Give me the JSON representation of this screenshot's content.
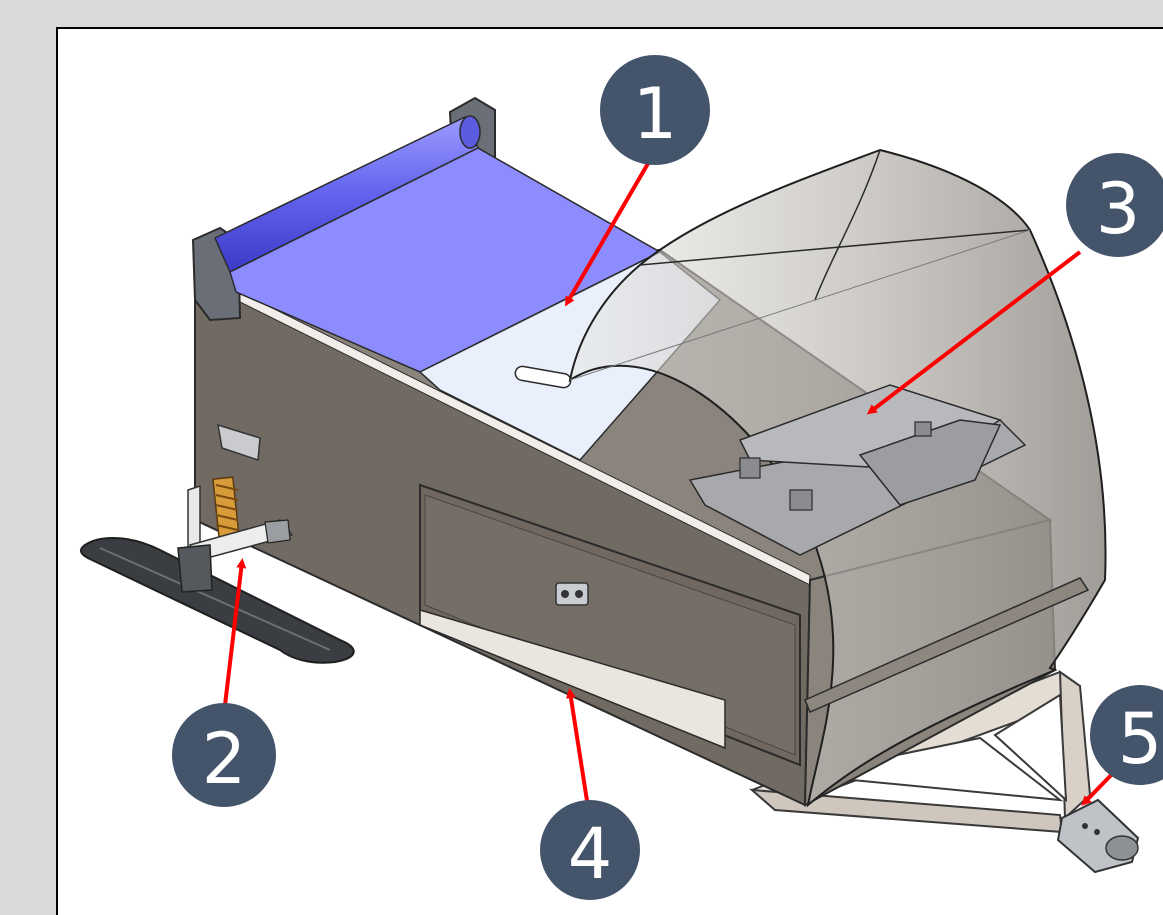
{
  "figure": {
    "background_color": "#d9d9d9",
    "frame_color": "#ffffff",
    "callout_fill": "#44546a",
    "callout_text_color": "#ffffff",
    "arrow_color": "#ff0000"
  },
  "callouts": [
    {
      "id": "1",
      "label": "1"
    },
    {
      "id": "2",
      "label": "2"
    },
    {
      "id": "3",
      "label": "3"
    },
    {
      "id": "4",
      "label": "4"
    },
    {
      "id": "5",
      "label": "5"
    }
  ]
}
